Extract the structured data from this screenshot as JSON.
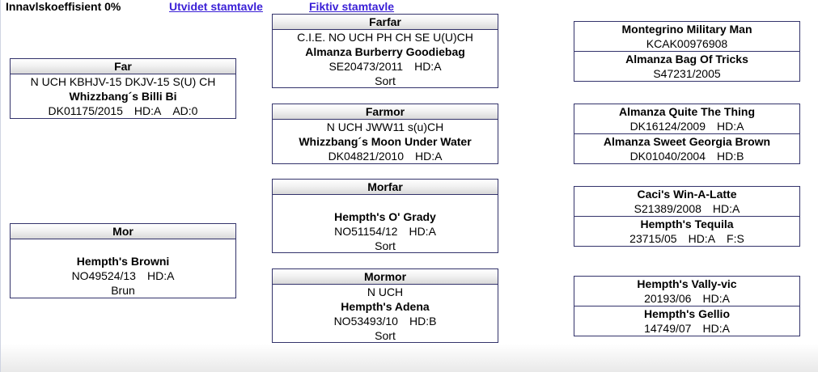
{
  "header": {
    "coefficient": "Innavlskoeffisient 0%",
    "link_extended": "Utvidet stamtavle",
    "link_fictive": "Fiktiv stamtavle"
  },
  "gen1": {
    "far": {
      "title": "Far",
      "titles": "N UCH KBHJV-15 DKJV-15 S(U) CH",
      "name": "Whizzbang´s Billi Bi",
      "reg": "DK01175/2015",
      "hd": "HD:A",
      "ad": "AD:0"
    },
    "mor": {
      "title": "Mor",
      "titles": "",
      "name": "Hempth's Browni",
      "reg": "NO49524/13",
      "hd": "HD:A",
      "color": "Brun"
    }
  },
  "gen2": {
    "farfar": {
      "title": "Farfar",
      "titles": "C.I.E. NO UCH PH CH SE U(U)CH",
      "name": "Almanza Burberry Goodiebag",
      "reg": "SE20473/2011",
      "hd": "HD:A",
      "color": "Sort"
    },
    "farmor": {
      "title": "Farmor",
      "titles": "N UCH JWW11 s(u)CH",
      "name": "Whizzbang´s Moon Under Water",
      "reg": "DK04821/2010",
      "hd": "HD:A"
    },
    "morfar": {
      "title": "Morfar",
      "titles": "",
      "name": "Hempth's O' Grady",
      "reg": "NO51154/12",
      "hd": "HD:A",
      "color": "Sort"
    },
    "mormor": {
      "title": "Mormor",
      "titles": "N UCH",
      "name": "Hempth's Adena",
      "reg": "NO53493/10",
      "hd": "HD:B",
      "color": "Sort"
    }
  },
  "gen3": [
    {
      "sire": {
        "name": "Montegrino Military Man",
        "reg": "KCAK00976908",
        "hd": ""
      },
      "dam": {
        "name": "Almanza Bag Of Tricks",
        "reg": "S47231/2005",
        "hd": ""
      }
    },
    {
      "sire": {
        "name": "Almanza Quite The Thing",
        "reg": "DK16124/2009",
        "hd": "HD:A"
      },
      "dam": {
        "name": "Almanza Sweet Georgia Brown",
        "reg": "DK01040/2004",
        "hd": "HD:B"
      }
    },
    {
      "sire": {
        "name": "Caci's Win-A-Latte",
        "reg": "S21389/2008",
        "hd": "HD:A"
      },
      "dam": {
        "name": "Hempth's Tequila",
        "reg": "23715/05",
        "hd": "HD:A",
        "fs": "F:S"
      }
    },
    {
      "sire": {
        "name": "Hempth's Vally-vic",
        "reg": "20193/06",
        "hd": "HD:A"
      },
      "dam": {
        "name": "Hempth's Gellio",
        "reg": "14749/07",
        "hd": "HD:A"
      }
    }
  ]
}
